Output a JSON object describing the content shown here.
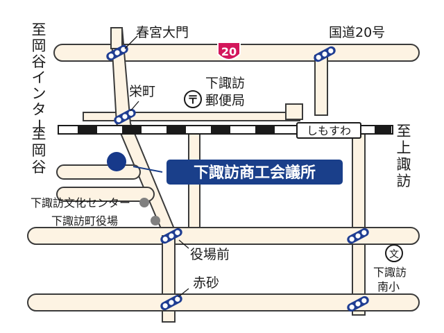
{
  "route_number": "20",
  "labels": {
    "kasugamiyaomon": "春宮大門",
    "kokudo20": "国道20号",
    "sakaemachi": "栄町",
    "post_office_1": "下諏訪",
    "post_office_2": "郵便局",
    "station": "しもすわ",
    "chamber": "下諏訪商工会議所",
    "culture_center": "下諏訪文化センター",
    "town_office": "下諏訪町役場",
    "yakubamae": "役場前",
    "akasuna": "赤砂",
    "school_1": "下諏訪",
    "school_2": "南小",
    "to_okaya_ic": [
      "至",
      "岡",
      "谷",
      "イ",
      "ン",
      "タ",
      "ー"
    ],
    "to_okaya": [
      "至",
      "岡",
      "谷"
    ],
    "to_kamisuwa": [
      "至",
      "上",
      "諏",
      "訪"
    ]
  },
  "icons": {
    "post": "〒",
    "school": "文"
  },
  "colors": {
    "road_fill": "#fdf3e3",
    "route_shield": "#d3175b",
    "highlight": "#1a3f8a",
    "signal_blue": "#1f3d92",
    "poi_gray": "#808080"
  }
}
